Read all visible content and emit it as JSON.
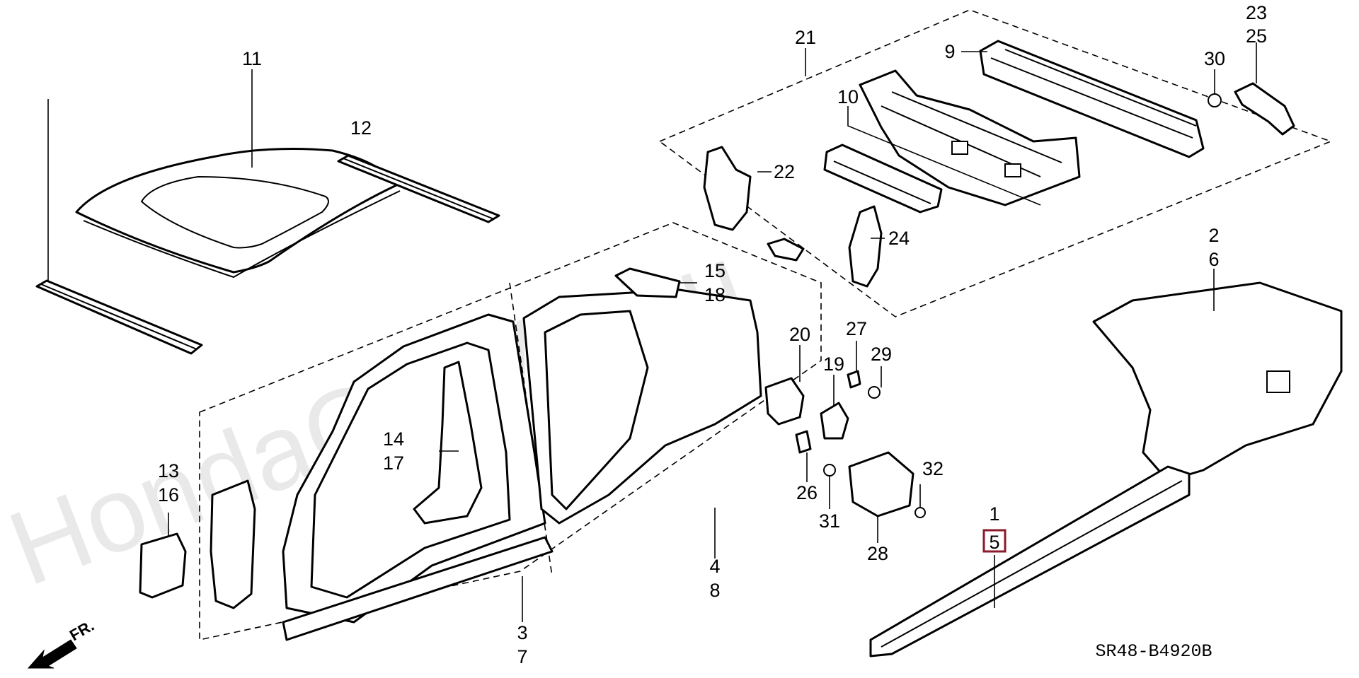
{
  "watermark": "HondaCarMiniru",
  "diagram_code": "SR48-B4920B",
  "direction_label": "FR.",
  "highlighted_part": "5",
  "colors": {
    "highlight_box": "#8b1a2b",
    "ink": "#000000",
    "watermark": "#cfcfcf"
  },
  "part_labels": {
    "p1": "1",
    "p2": "2",
    "p3": "3",
    "p4": "4",
    "p5": "5",
    "p6": "6",
    "p7": "7",
    "p8": "8",
    "p9": "9",
    "p10": "10",
    "p11": "11",
    "p12": "12",
    "p13": "13",
    "p14": "14",
    "p15": "15",
    "p16": "16",
    "p17": "17",
    "p18": "18",
    "p19": "19",
    "p20": "20",
    "p21": "21",
    "p22": "22",
    "p23": "23",
    "p24": "24",
    "p25": "25",
    "p26": "26",
    "p27": "27",
    "p28": "28",
    "p29": "29",
    "p30": "30",
    "p31": "31",
    "p32": "32"
  }
}
